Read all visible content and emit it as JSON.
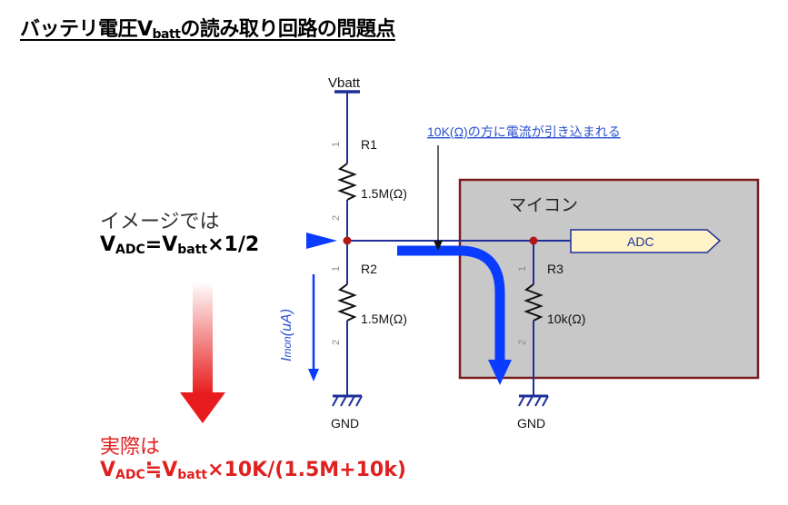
{
  "title": {
    "prefix": "バッテリ電圧V",
    "sub": "batt",
    "suffix": "の読み取り回路の問題点"
  },
  "callout": "10K(Ω)の方に電流が引き込まれる",
  "ideal": {
    "label": "イメージでは",
    "formula": {
      "v1": "V",
      "v1_sub": "ADC",
      "mid": "=V",
      "v2_sub": "batt",
      "rest": "×1/2"
    }
  },
  "actual": {
    "label": "実際は",
    "formula": {
      "v1": "V",
      "v1_sub": "ADC",
      "mid": "≒V",
      "v2_sub": "batt",
      "rest": "×10K/(1.5M+10k)"
    }
  },
  "circuit": {
    "supply": "Vbatt",
    "r1": {
      "name": "R1",
      "value": "1.5M(Ω)",
      "pin1": "1",
      "pin2": "2"
    },
    "r2": {
      "name": "R2",
      "value": "1.5M(Ω)",
      "pin1": "1",
      "pin2": "2"
    },
    "r3": {
      "name": "R3",
      "value": "10k(Ω)",
      "pin1": "1",
      "pin2": "2"
    },
    "mcu_label": "マイコン",
    "adc_label": "ADC",
    "gnd1": "GND",
    "gnd2": "GND",
    "current_label": "I",
    "current_sub": "mon",
    "current_unit": "(uA)"
  },
  "colors": {
    "wire": "#1e2f9a",
    "mcu_fill": "#c8c8c8",
    "mcu_border": "#7a1c1c",
    "adc_fill": "#fff4c8",
    "arrow_blue": "#0a3cff",
    "node": "#b01818",
    "red_arrow": "#e81c1c"
  }
}
